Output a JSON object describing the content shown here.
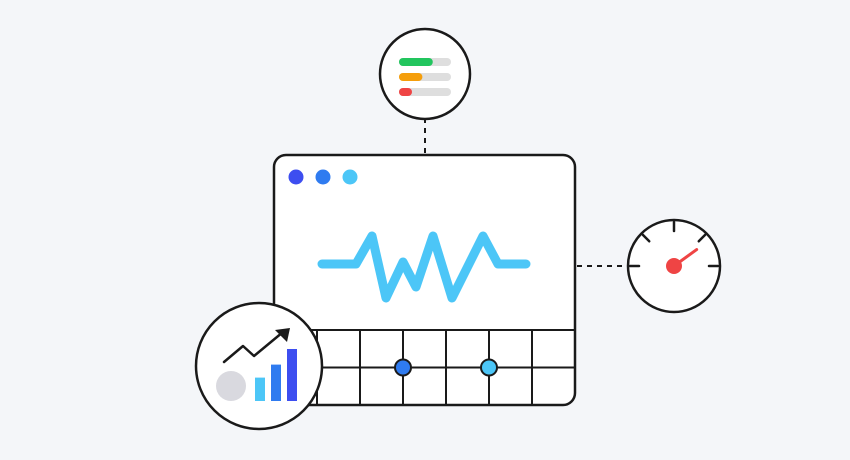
{
  "illustration": {
    "title": "",
    "colors": {
      "background": "#f4f6f9",
      "stroke": "#1a1a1a",
      "white": "#ffffff",
      "wave": "#4cc6f7",
      "dot_dark_blue": "#3d4ef0",
      "dot_mid_blue": "#2f7bf0",
      "dot_light_blue": "#4cc6f7",
      "bar_green": "#22c55e",
      "bar_orange": "#f59e0b",
      "bar_red": "#ef4444",
      "bar_track": "#dedede",
      "gauge_needle": "#ef4444",
      "chart_bar_light": "#4cc6f7",
      "chart_bar_mid": "#2f7bf0",
      "chart_bar_dark": "#3d4ef0",
      "chart_circle": "#d9d9df"
    },
    "window_dots": [
      "dot_dark_blue",
      "dot_mid_blue",
      "dot_light_blue"
    ],
    "status_bars": [
      {
        "color": "bar_green",
        "level": 0.65
      },
      {
        "color": "bar_orange",
        "level": 0.45
      },
      {
        "color": "bar_red",
        "level": 0.25
      }
    ],
    "gauge": {
      "icon": "speedometer-icon",
      "level": 0.8
    },
    "growth_chart": {
      "icon": "growth-chart-icon",
      "bars": [
        0.45,
        0.7,
        1.0
      ]
    },
    "grid": {
      "rows": 2,
      "columns": 7,
      "markers": [
        {
          "color": "dot_mid_blue"
        },
        {
          "color": "dot_light_blue"
        }
      ]
    },
    "wave_icon": "heartbeat-wave-icon"
  }
}
